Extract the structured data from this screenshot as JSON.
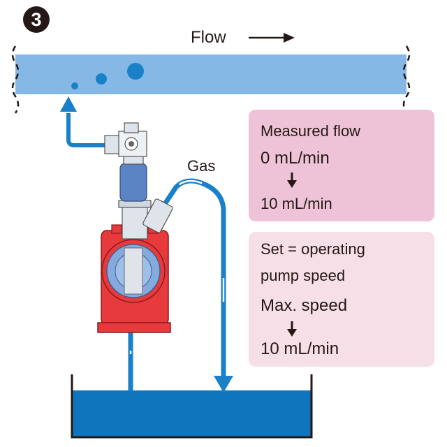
{
  "step_number": "3",
  "flow_label": "Flow",
  "gas_label": "Gas",
  "measured_box": {
    "title": "Measured flow",
    "from_value": "0 mL/min",
    "to_value": "10 mL/min"
  },
  "set_box": {
    "title_line1": "Set = operating",
    "title_line2": "pump speed",
    "from_value": "Max. speed",
    "to_value": "10 mL/min"
  },
  "colors": {
    "pipe": "#85b8e5",
    "water_line": "#1a81c8",
    "tank_water": "#0f75bc",
    "pump_body": "#e63a3d",
    "pump_face": "#85aadd",
    "measured_box": "#efc3d7",
    "set_box": "#f7dfe8",
    "text": "#231815"
  }
}
